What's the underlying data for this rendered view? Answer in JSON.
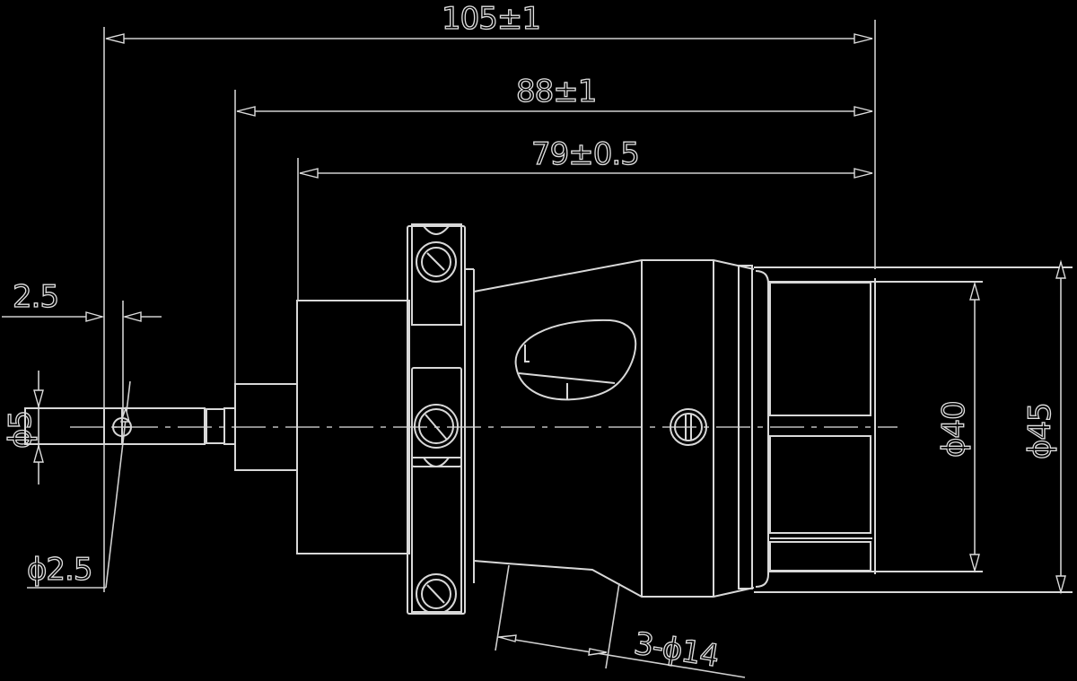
{
  "drawing": {
    "background": "#000000",
    "line_color": "#d8d8d8",
    "dimensions": {
      "overall_length": "105±1",
      "body_length": "88±1",
      "flange_length": "79±0.5",
      "pin_offset": "2.5",
      "shaft_diameter": "ϕ5",
      "pin_diameter": "ϕ2.5",
      "inner_diameter": "ϕ40",
      "outer_diameter": "ϕ45",
      "mounting_holes": "3-ϕ14"
    }
  }
}
